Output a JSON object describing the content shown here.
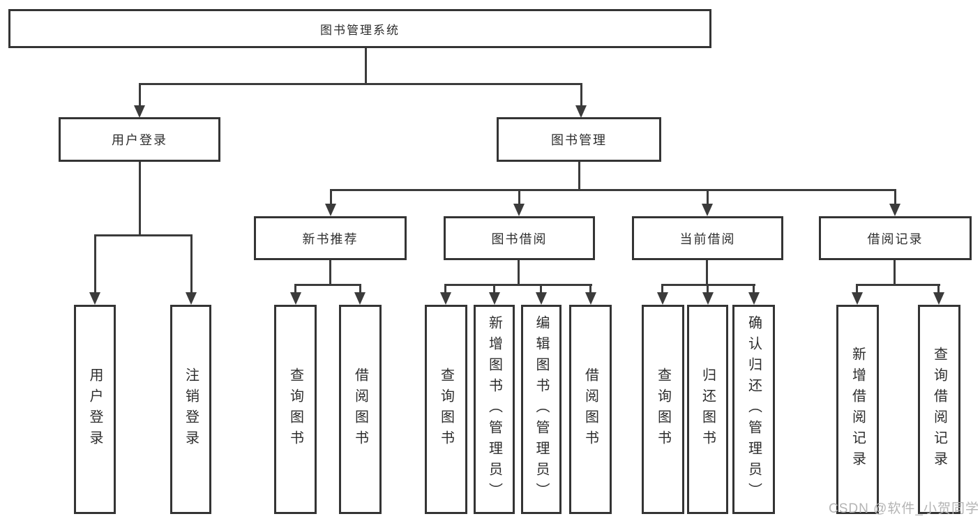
{
  "diagram": {
    "root": {
      "label": "图书管理系统"
    },
    "level2": {
      "user_login": {
        "label": "用户登录"
      },
      "book_mgmt": {
        "label": "图书管理"
      }
    },
    "user_login_children": {
      "login": {
        "label": "用户登录"
      },
      "logout": {
        "label": "注销登录"
      }
    },
    "level3": {
      "new_books": {
        "label": "新书推荐"
      },
      "book_borrow": {
        "label": "图书借阅"
      },
      "current_borrow": {
        "label": "当前借阅"
      },
      "borrow_records": {
        "label": "借阅记录"
      }
    },
    "new_books_children": {
      "query_books": {
        "label": "查询图书"
      },
      "borrow_books": {
        "label": "借阅图书"
      }
    },
    "book_borrow_children": {
      "query_books": {
        "label": "查询图书"
      },
      "add_books": {
        "label": "新增图书（管理员）"
      },
      "edit_books": {
        "label": "编辑图书（管理员）"
      },
      "borrow_books": {
        "label": "借阅图书"
      }
    },
    "current_borrow_children": {
      "query_books": {
        "label": "查询图书"
      },
      "return_books": {
        "label": "归还图书"
      },
      "confirm_return": {
        "label": "确认归还（管理员）"
      }
    },
    "borrow_records_children": {
      "add_record": {
        "label": "新增借阅记录"
      },
      "query_record": {
        "label": "查询借阅记录"
      }
    }
  },
  "watermark": {
    "text": "CSDN @软件_小贺同学"
  },
  "colors": {
    "line": "#3b3b3b",
    "border": "#343434",
    "text": "#2d2d2d",
    "watermark": "#b4b4b4",
    "background": "#ffffff"
  }
}
